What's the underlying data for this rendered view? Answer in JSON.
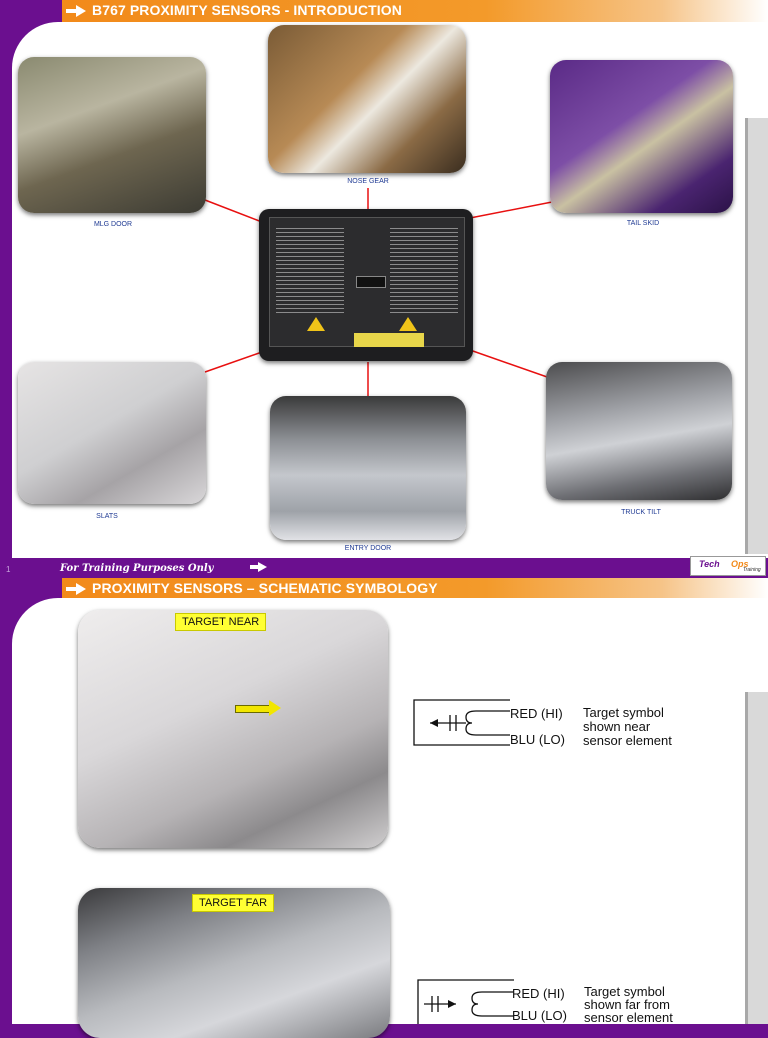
{
  "slide1": {
    "title": "B767 PROXIMITY SENSORS - INTRODUCTION",
    "captions": {
      "mlg_door": "MLG DOOR",
      "nose_gear": "NOSE GEAR",
      "tail_skid": "TAIL SKID",
      "slats": "SLATS",
      "entry_door": "ENTRY DOOR",
      "truck_tilt": "TRUCK TILT"
    },
    "footer": "For Training Purposes Only",
    "page_number": "1",
    "logo": {
      "brand_a": "Tech",
      "brand_b": "Ops",
      "tagline": "Training"
    }
  },
  "slide2": {
    "title": "PROXIMITY SENSORS – SCHEMATIC SYMBOLOGY",
    "near": {
      "tag": "TARGET NEAR",
      "wire_hi": "RED (HI)",
      "wire_lo": "BLU (LO)",
      "desc_1": "Target symbol",
      "desc_2": "shown near",
      "desc_3": "sensor element"
    },
    "far": {
      "tag": "TARGET FAR",
      "wire_hi": "RED (HI)",
      "wire_lo": "BLU (LO)",
      "desc_1": "Target symbol",
      "desc_2": "shown far from",
      "desc_3": "sensor element"
    }
  },
  "colors": {
    "purple": "#6b0f8f",
    "orange": "#f28a1a",
    "caption_blue": "#1f3a93",
    "connector_red": "#e81010",
    "tag_yellow": "#ffff33"
  }
}
